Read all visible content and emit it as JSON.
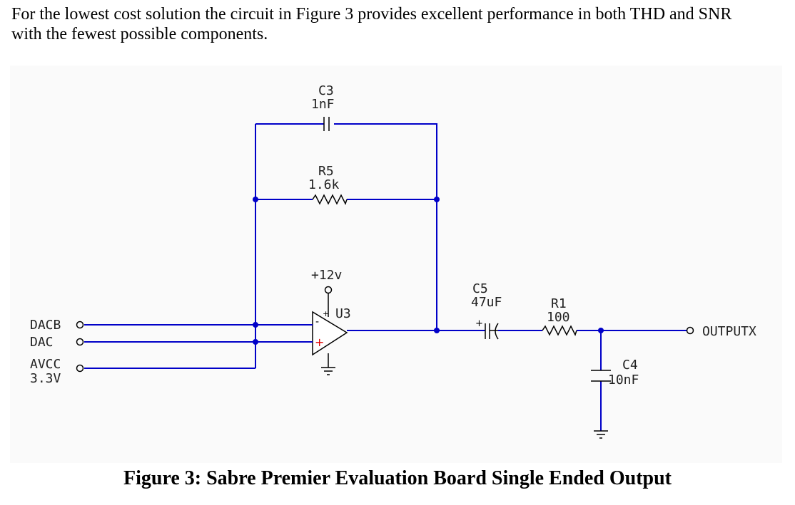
{
  "intro": {
    "line1": "For the lowest cost solution the circuit in Figure 3 provides excellent performance in both THD and SNR",
    "line2": "with the fewest possible components."
  },
  "schematic": {
    "c3": {
      "ref": "C3",
      "value": "1nF"
    },
    "r5": {
      "ref": "R5",
      "value": "1.6k"
    },
    "supply": "+12v",
    "u3": {
      "ref": "U3",
      "minus": "-",
      "plus": "+",
      "plus_top": "+"
    },
    "c5": {
      "ref": "C5",
      "value": "47uF",
      "polarity": "+"
    },
    "r1": {
      "ref": "R1",
      "value": "100"
    },
    "c4": {
      "ref": "C4",
      "value": "10nF"
    },
    "inputs": {
      "dacb": "DACB",
      "dac": "DAC",
      "avcc": "AVCC",
      "avcc_value": "3.3V"
    },
    "output": "OUTPUTX",
    "colors": {
      "wire": "#0000c8",
      "component": "#000000",
      "dot": "#0000c8",
      "plus_marker": "#e00000"
    }
  },
  "caption": "Figure 3: Sabre Premier Evaluation Board Single Ended Output"
}
